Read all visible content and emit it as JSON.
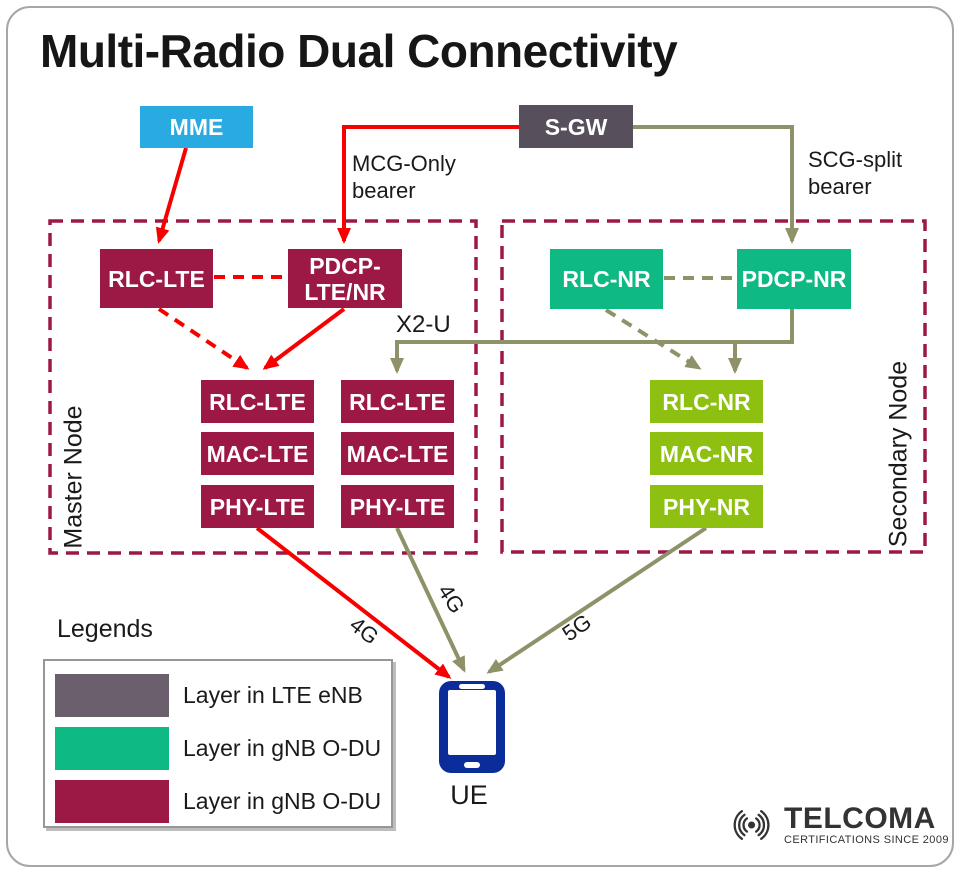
{
  "title": "Multi-Radio Dual Connectivity",
  "colors": {
    "cyan": "#29ABE2",
    "slate": "#584F5C",
    "maroon": "#9D1945",
    "emerald": "#0FB983",
    "lime": "#8DC011",
    "olive": "#8F9168",
    "red": "#F80000",
    "navy": "#0B2D99",
    "legendgray": "#6B5F6E",
    "ink": "#1A1A1A",
    "logogray": "#333333",
    "frame": "#A5A6AA"
  },
  "boxes": {
    "mme": "MME",
    "sgw": "S-GW",
    "master_rlc": "RLC-LTE",
    "master_pdcp": [
      "PDCP-",
      "LTE/NR"
    ],
    "secondary_rlc": "RLC-NR",
    "secondary_pdcp": "PDCP-NR",
    "lte_stack_1": [
      "RLC-LTE",
      "MAC-LTE",
      "PHY-LTE"
    ],
    "lte_stack_2": [
      "RLC-LTE",
      "MAC-LTE",
      "PHY-LTE"
    ],
    "nr_stack": [
      "RLC-NR",
      "MAC-NR",
      "PHY-NR"
    ]
  },
  "regions": {
    "master": "Master Node",
    "secondary": "Secondary Node"
  },
  "edge_labels": {
    "mcg_bearer": "MCG-Only bearer",
    "scg_bearer": "SCG-split bearer",
    "x2u": "X2-U",
    "link_4g_master": "4G",
    "link_4g_split": "4G",
    "link_5g": "5G"
  },
  "ue": {
    "label": "UE"
  },
  "legend": {
    "title": "Legends",
    "items": [
      {
        "label": "Layer in LTE eNB",
        "color": "#6B5F6E"
      },
      {
        "label": "Layer in gNB O-DU",
        "color": "#0FB983"
      },
      {
        "label": "Layer in gNB O-DU",
        "color": "#9D1945"
      }
    ]
  },
  "logo": {
    "brand": "TELCOMA",
    "tagline": "CERTIFICATIONS SINCE 2009"
  }
}
